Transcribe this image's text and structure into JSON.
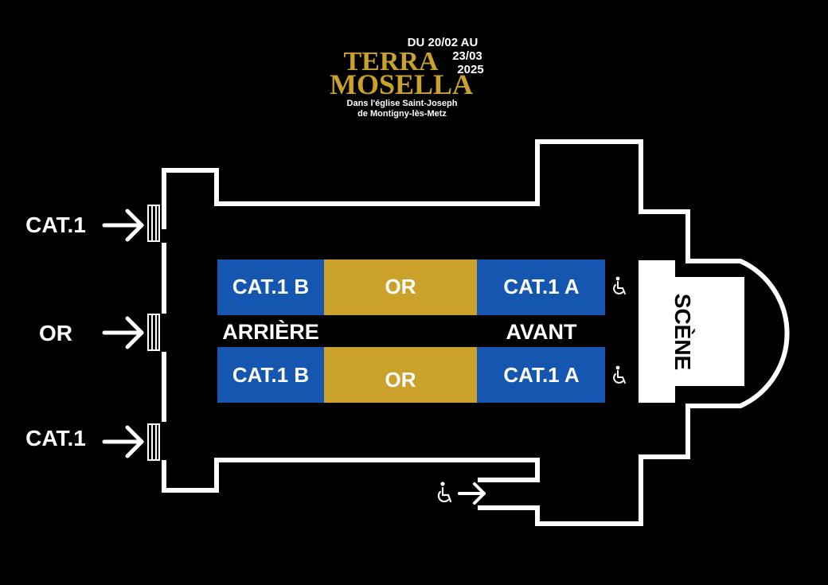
{
  "header": {
    "date_line1": "DU 20/02 AU",
    "date_line2": "23/03",
    "date_line3": "2025",
    "title_line1": "TERRA",
    "title_line2": "MOSELLA",
    "venue_line1": "Dans l'église Saint-Joseph",
    "venue_line2": "de Montigny-lès-Metz"
  },
  "entrances": [
    {
      "label": "CAT.1"
    },
    {
      "label": "OR"
    },
    {
      "label": "CAT.1"
    }
  ],
  "seating": {
    "top_row": [
      {
        "label": "CAT.1 B",
        "color": "#1456b0"
      },
      {
        "label": "OR",
        "color": "#c9a12b"
      },
      {
        "label": "CAT.1 A",
        "color": "#1456b0"
      }
    ],
    "bottom_row": [
      {
        "label": "CAT.1 B",
        "color": "#1456b0"
      },
      {
        "label": "OR",
        "color": "#c9a12b"
      },
      {
        "label": "CAT.1 A",
        "color": "#1456b0"
      }
    ],
    "rear_label": "ARRIÈRE",
    "front_label": "AVANT"
  },
  "stage": {
    "label": "SCÈNE"
  },
  "icons": {
    "accessibility": "wheelchair-icon",
    "arrow": "arrow-right-icon"
  },
  "colors": {
    "background": "#000000",
    "outline": "#ffffff",
    "category_blue": "#1456b0",
    "gold": "#c9a12b"
  }
}
